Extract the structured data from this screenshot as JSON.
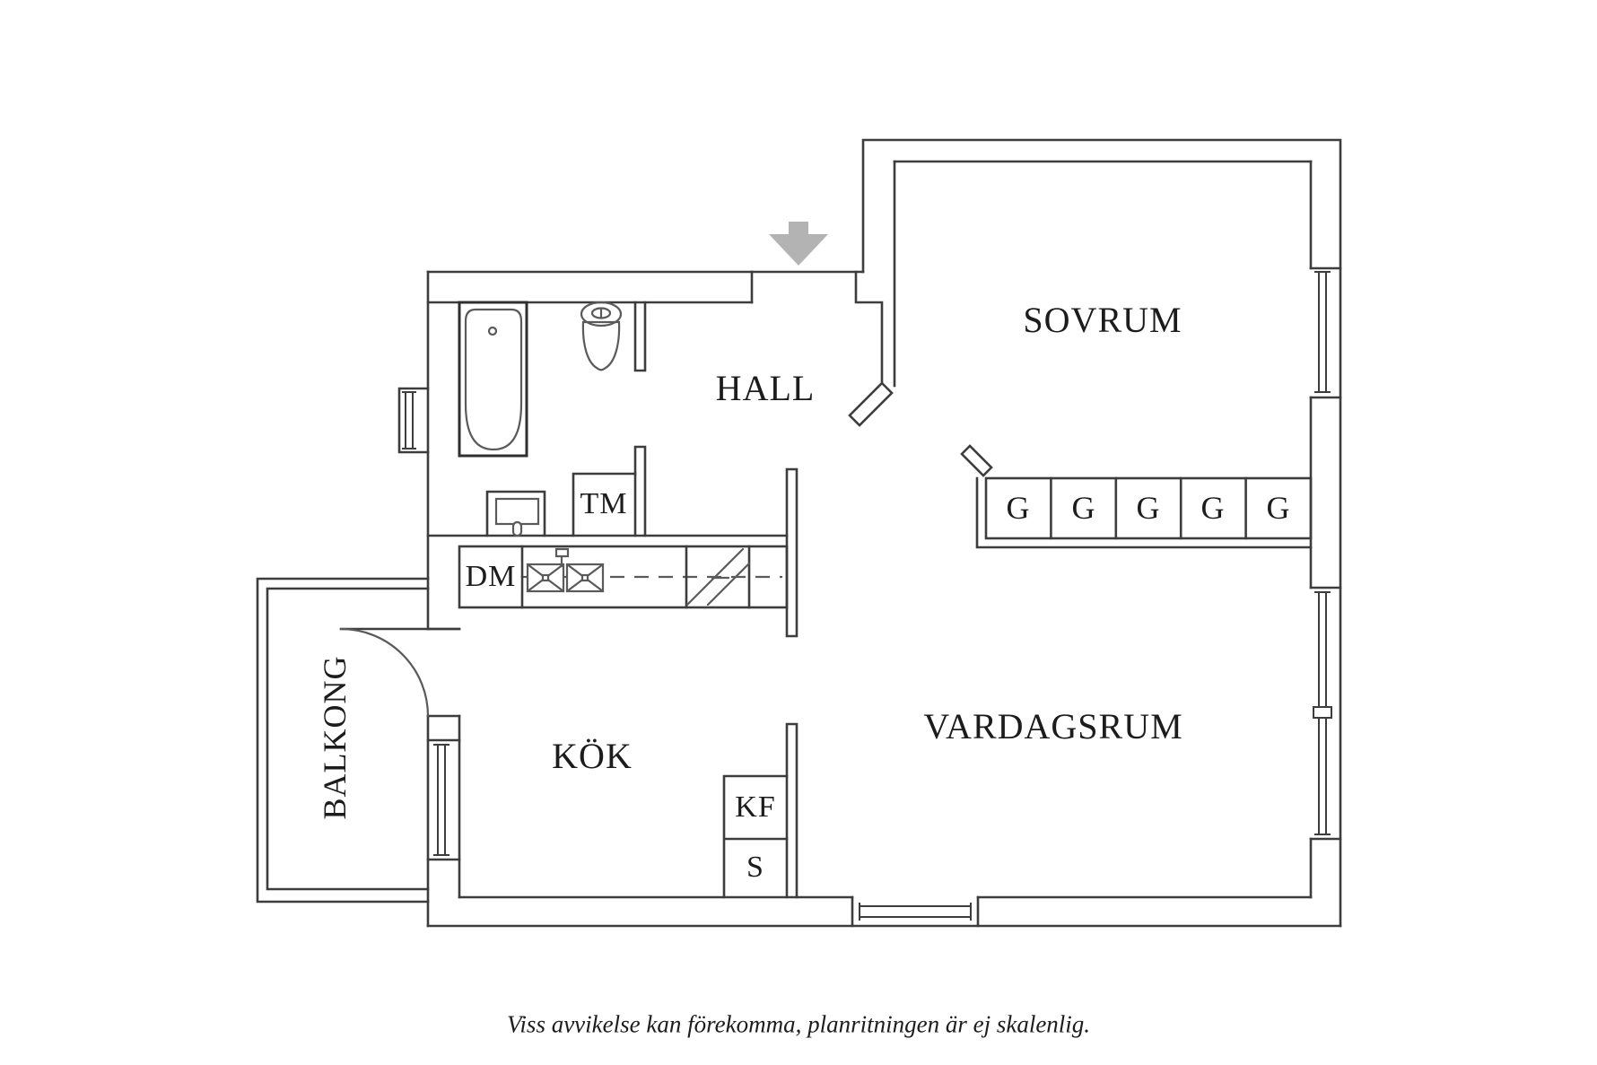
{
  "plan": {
    "rooms": {
      "sovrum": "SOVRUM",
      "hall": "HALL",
      "vardagsrum": "VARDAGSRUM",
      "kok": "KÖK",
      "balkong": "BALKONG"
    },
    "appliances": {
      "washing_machine": "TM",
      "dishwasher": "DM",
      "fridge_freezer": "KF",
      "pantry": "S"
    },
    "closets": [
      "G",
      "G",
      "G",
      "G",
      "G"
    ],
    "caption": "Viss avvikelse kan förekomma, planritningen är ej skalenlig.",
    "colors": {
      "wall_line": "#3d3d3d",
      "fixture_line": "#5a5a5a",
      "entrance_arrow": "#b3b3b3",
      "label_text": "#1c1c1c",
      "background": "#ffffff"
    }
  }
}
